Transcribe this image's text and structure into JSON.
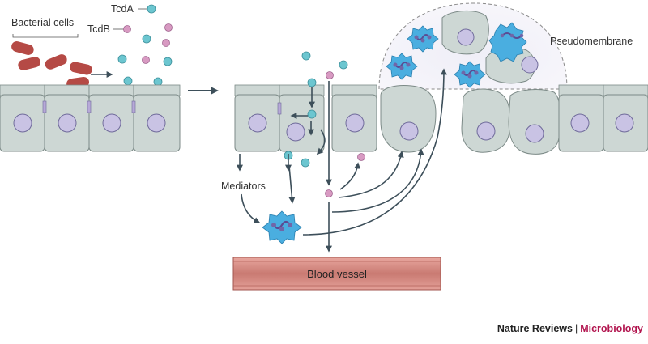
{
  "labels": {
    "bacterial_cells": "Bacterial cells",
    "tcda": "TcdA",
    "tcdb": "TcdB",
    "pseudomembrane": "Pseudomembrane",
    "mediators": "Mediators",
    "blood_vessel": "Blood vessel"
  },
  "credit": {
    "publisher": "Nature Reviews",
    "separator": "|",
    "journal": "Microbiology"
  },
  "colors": {
    "cell_fill": "#cdd7d4",
    "cell_stroke": "#7c8a87",
    "nucleus_fill": "#c9c3e4",
    "nucleus_stroke": "#6f6a9a",
    "bacteria": "#b54a45",
    "tcda": "#6cc6d0",
    "tcdb": "#d89ac2",
    "neutrophil": "#4aaee0",
    "vessel": "#c97a72",
    "arrow": "#3d4f5a",
    "brand": "#b2154f"
  },
  "icons": [
    "bacterium-icon",
    "tcda-toxin-icon",
    "tcdb-toxin-icon",
    "neutrophil-icon",
    "arrow-icon"
  ]
}
